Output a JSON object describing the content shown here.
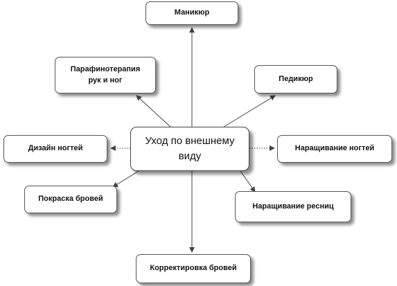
{
  "diagram": {
    "center": "Уход по внешнему\nвиду",
    "nodes": {
      "manicure": "Маникюр",
      "paraffin": "Парафинотерапия\nрук и ног",
      "pedicure": "Педикюр",
      "nail_design": "Дизайн ногтей",
      "nail_extension": "Наращивание ногтей",
      "brow_tinting": "Покраска бровей",
      "lash_extension": "Наращивание ресниц",
      "brow_correction": "Корректировка бровей"
    },
    "colors": {
      "line": "#444444",
      "border": "#555555",
      "text": "#111111"
    }
  }
}
